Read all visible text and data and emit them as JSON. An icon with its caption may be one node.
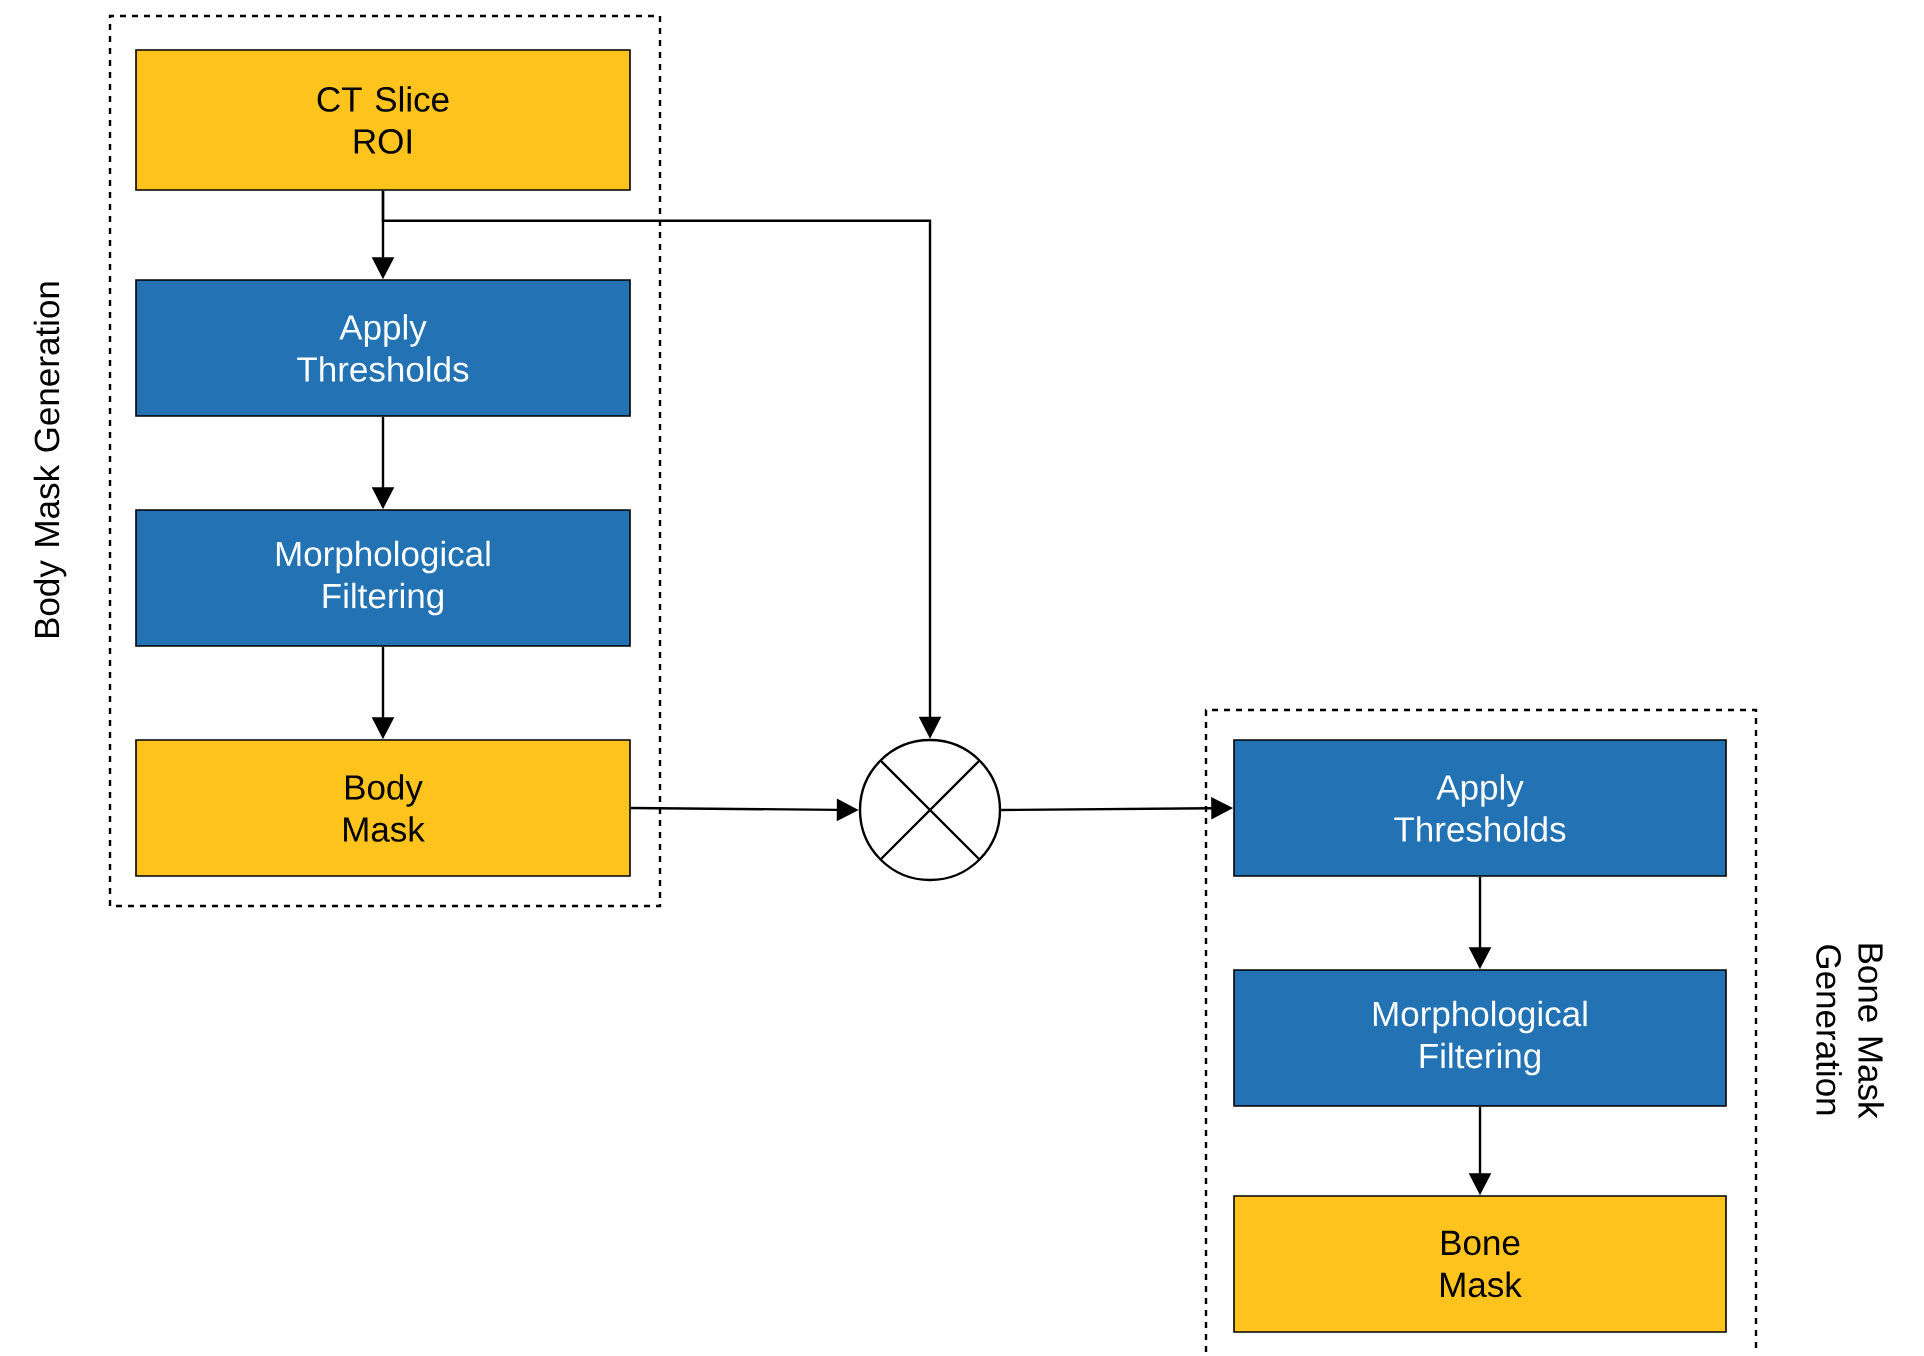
{
  "diagram": {
    "nodes": [
      {
        "text": [
          "Body Mask Generation"
        ]
      },
      {
        "text": [
          "CT Slice ROI"
        ],
        "in": 0
      },
      {
        "text": [
          "Apply Thresholds"
        ],
        "in": 0
      },
      {
        "text": [
          "Morphological Filtering"
        ],
        "in": 0
      },
      {
        "text": [
          "Body Mask"
        ],
        "in": 0
      },
      {
        "text": [],
        "shape": "circle"
      },
      {
        "text": [
          "Bone Mask Generation"
        ]
      },
      {
        "text": [
          "Apply Thresholds"
        ],
        "in": 6
      },
      {
        "text": [
          "Morphological Filtering"
        ],
        "in": 6
      },
      {
        "text": [
          "Bone Mask"
        ],
        "in": 6
      }
    ],
    "edges": [
      {
        "from": 1,
        "to": 2,
        "arrow": "to"
      },
      {
        "from": 1,
        "to": 5,
        "arrow": "to"
      },
      {
        "from": 2,
        "to": 3,
        "arrow": "to"
      },
      {
        "from": 3,
        "to": 4,
        "arrow": "to"
      },
      {
        "from": 4,
        "to": 5,
        "arrow": "to"
      },
      {
        "from": 5,
        "to": 7,
        "arrow": "to"
      },
      {
        "from": 7,
        "to": 8,
        "arrow": "to"
      },
      {
        "from": 8,
        "to": 9,
        "arrow": "to"
      }
    ]
  }
}
